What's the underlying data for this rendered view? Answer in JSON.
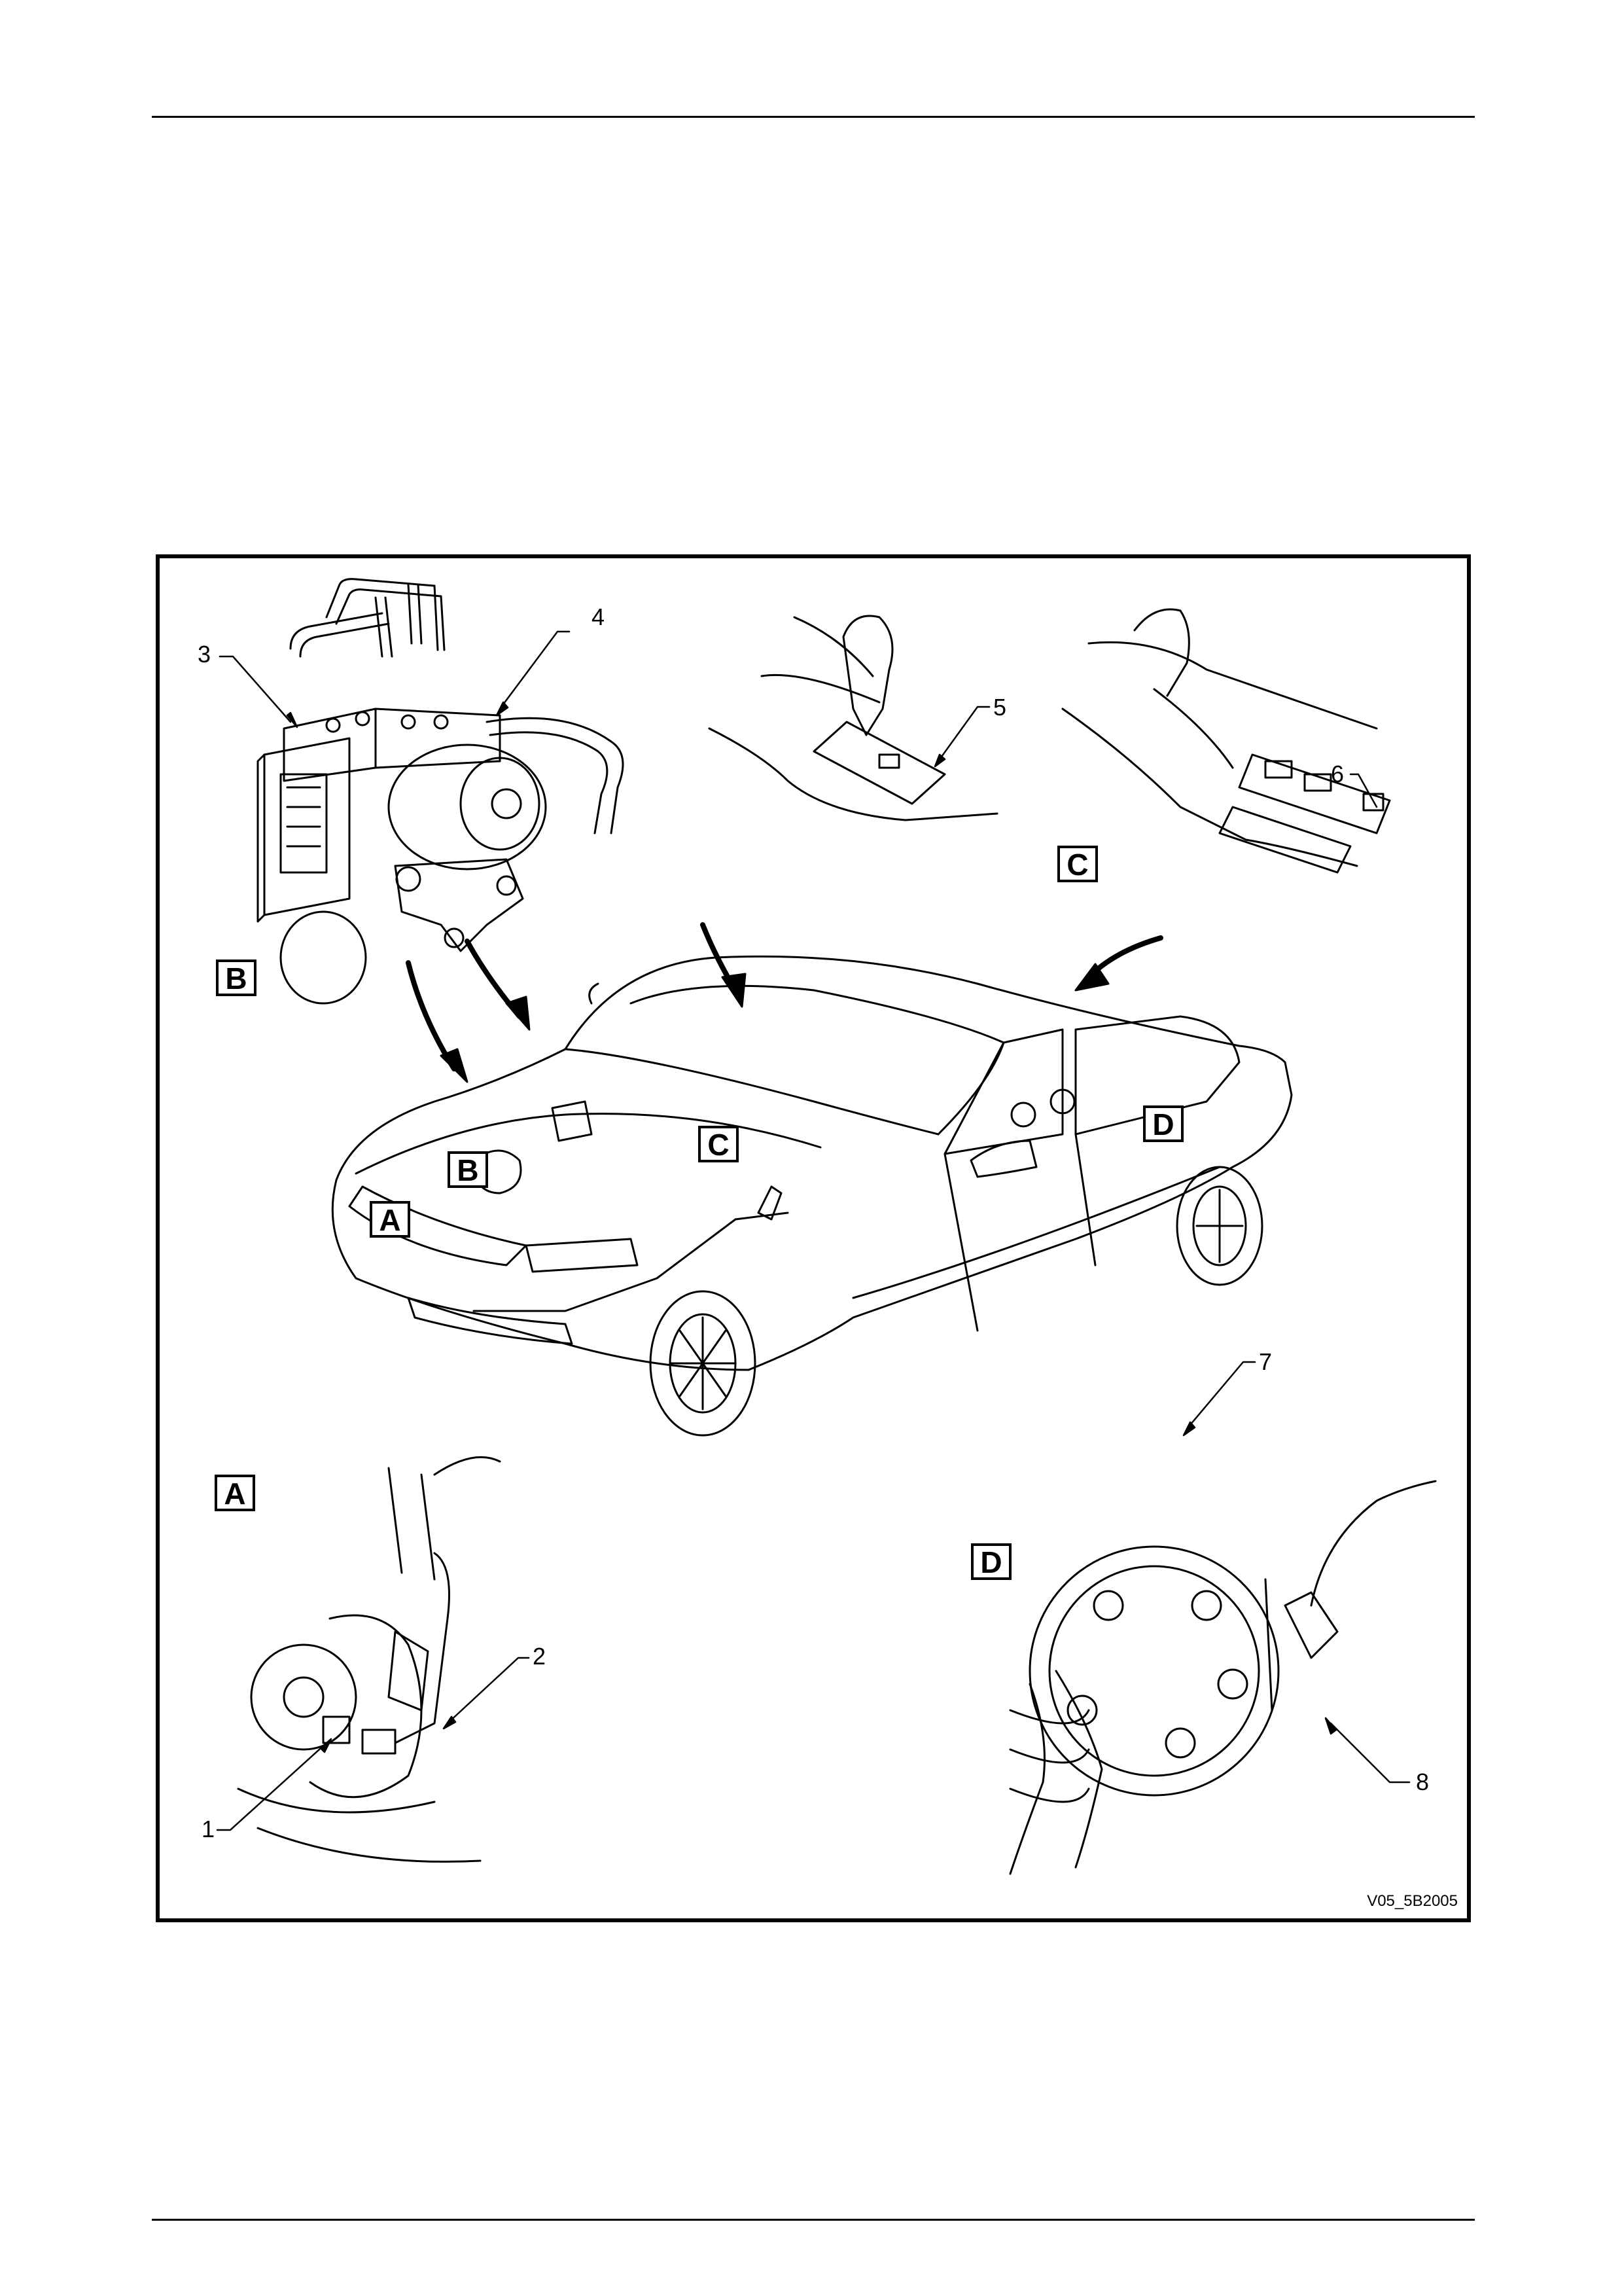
{
  "figure": {
    "reference": "V05_5B2005",
    "view_labels": [
      "A",
      "B",
      "C",
      "D"
    ],
    "callouts": [
      "1",
      "2",
      "3",
      "4",
      "5",
      "6",
      "7",
      "8"
    ]
  }
}
